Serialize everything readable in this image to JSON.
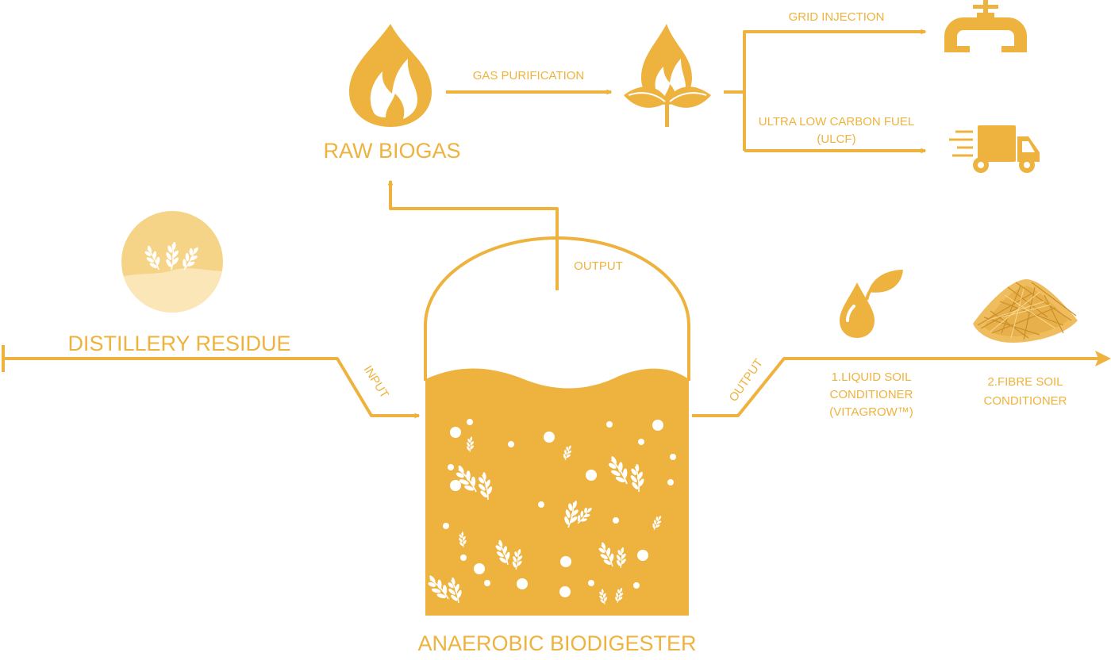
{
  "colors": {
    "primary": "#eeb33f",
    "light": "#f6d487",
    "lighter": "#fbe6b8",
    "white": "#ffffff"
  },
  "labels": {
    "raw_biogas": "RAW BIOGAS",
    "gas_purification": "GAS PURIFICATION",
    "grid_injection": "GRID INJECTION",
    "ulcf_line1": "ULTRA LOW CARBON FUEL",
    "ulcf_line2": "(ULCF)",
    "output_top": "OUTPUT",
    "distillery_residue": "DISTILLERY RESIDUE",
    "input": "INPUT",
    "output_right": "OUTPUT",
    "liquid_line1": "1.LIQUID SOIL",
    "liquid_line2": "CONDITIONER",
    "liquid_line3": "(VITAGROW™)",
    "fibre_line1": "2.FIBRE SOIL",
    "fibre_line2": "CONDITIONER",
    "anaerobic_biodigester": "ANAEROBIC BIODIGESTER"
  },
  "icons": [
    "flame-icon",
    "leaf-flame-icon",
    "pipe-valve-icon",
    "delivery-truck-icon",
    "wheat-circle-icon",
    "oil-drop-leaf-icon",
    "fibre-pile-icon",
    "biodigester-tank"
  ]
}
